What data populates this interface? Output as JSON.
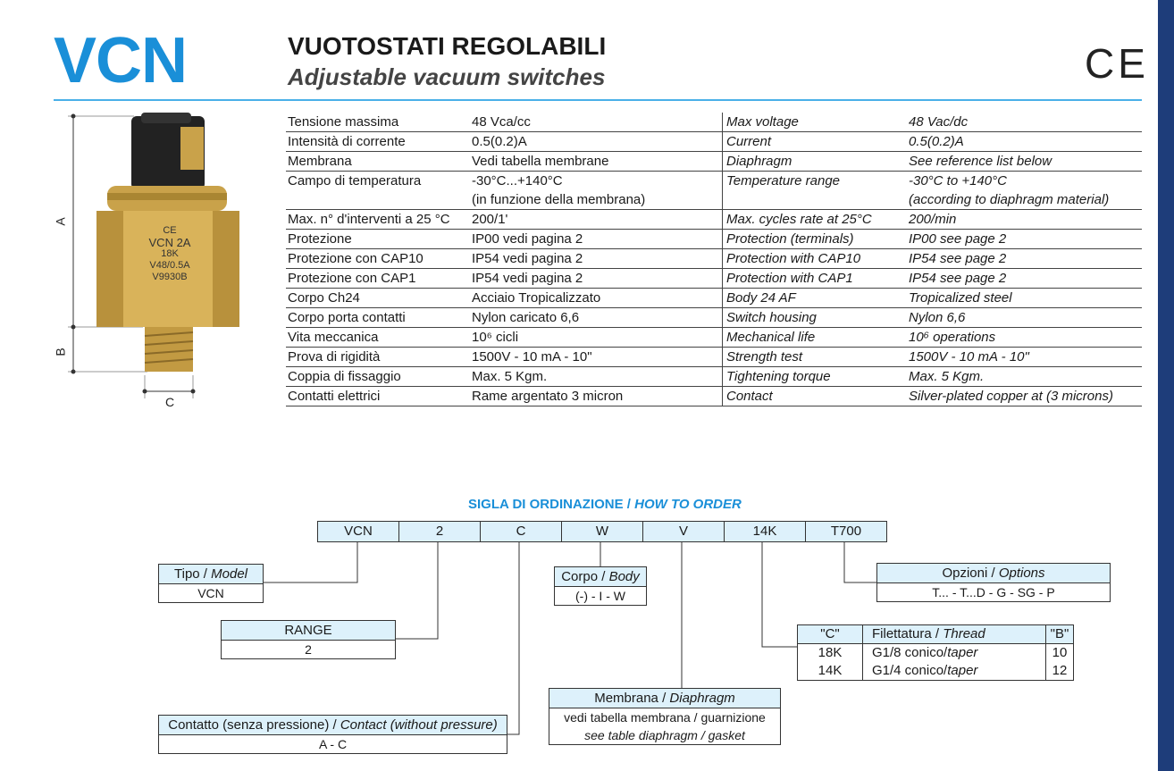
{
  "header": {
    "brand": "VCN",
    "title_it": "VUOTOSTATI REGOLABILI",
    "title_en": "Adjustable vacuum switches",
    "mark": "CE"
  },
  "product": {
    "marking_lines": [
      "CE",
      "VCN 2A",
      "18K",
      "V48/0.5A",
      "V9930B"
    ],
    "dimensions": [
      "A",
      "B",
      "C"
    ]
  },
  "specs": [
    {
      "it_label": "Tensione massima",
      "it_value": "48 Vca/cc",
      "en_label": "Max voltage",
      "en_value": "48 Vac/dc"
    },
    {
      "it_label": "Intensità di corrente",
      "it_value": "0.5(0.2)A",
      "en_label": "Current",
      "en_value": "0.5(0.2)A"
    },
    {
      "it_label": "Membrana",
      "it_value": "Vedi tabella membrane",
      "en_label": "Diaphragm",
      "en_value": "See reference list below"
    },
    {
      "it_label": "Campo di temperatura",
      "it_value": "-30°C...+140°C",
      "it_value2": "(in funzione della membrana)",
      "en_label": "Temperature range",
      "en_value": "-30°C to +140°C",
      "en_value2": "(according to diaphragm material)"
    },
    {
      "it_label": "Max. n° d'interventi a 25 °C",
      "it_value": "200/1'",
      "en_label": "Max. cycles rate at 25°C",
      "en_value": "200/min"
    },
    {
      "it_label": "Protezione",
      "it_value": "IP00 vedi pagina 2",
      "en_label": "Protection (terminals)",
      "en_value": "IP00 see page 2"
    },
    {
      "it_label": "Protezione con CAP10",
      "it_value": "IP54 vedi pagina 2",
      "en_label": "Protection with CAP10",
      "en_value": "IP54 see page 2"
    },
    {
      "it_label": "Protezione con CAP1",
      "it_value": "IP54 vedi pagina 2",
      "en_label": "Protection with CAP1",
      "en_value": "IP54 see page 2"
    },
    {
      "it_label": "Corpo Ch24",
      "it_value": "Acciaio Tropicalizzato",
      "en_label": "Body 24 AF",
      "en_value": "Tropicalized steel"
    },
    {
      "it_label": "Corpo porta contatti",
      "it_value": "Nylon caricato 6,6",
      "en_label": "Switch housing",
      "en_value": "Nylon 6,6"
    },
    {
      "it_label": "Vita meccanica",
      "it_value": "10⁶ cicli",
      "en_label": "Mechanical life",
      "en_value": "10⁶ operations"
    },
    {
      "it_label": "Prova di rigidità",
      "it_value": "1500V - 10 mA - 10\"",
      "en_label": "Strength test",
      "en_value": "1500V - 10 mA - 10\""
    },
    {
      "it_label": "Coppia di fissaggio",
      "it_value": "Max. 5 Kgm.",
      "en_label": "Tightening torque",
      "en_value": "Max. 5 Kgm."
    },
    {
      "it_label": "Contatti elettrici",
      "it_value": "Rame argentato 3 micron",
      "en_label": "Contact",
      "en_value": "Silver-plated copper at (3 microns)"
    }
  ],
  "order": {
    "title_it": "SIGLA DI ORDINAZIONE /",
    "title_en": "HOW TO ORDER",
    "code": [
      "VCN",
      "2",
      "C",
      "W",
      "V",
      "14K",
      "T700"
    ],
    "model": {
      "label_it": "Tipo /",
      "label_en": "Model",
      "value": "VCN"
    },
    "range": {
      "label": "RANGE",
      "value": "2"
    },
    "contact": {
      "label_it": "Contatto (senza pressione) /",
      "label_en": "Contact (without pressure)",
      "value": "A - C"
    },
    "body": {
      "label_it": "Corpo /",
      "label_en": "Body",
      "value": "(-) - I - W"
    },
    "diaphragm": {
      "label_it": "Membrana /",
      "label_en": "Diaphragm",
      "value_it": "vedi tabella membrana / guarnizione",
      "value_en": "see table diaphragm / gasket"
    },
    "options": {
      "label_it": "Opzioni /",
      "label_en": "Options",
      "value": "T... - T...D - G - SG - P"
    },
    "threads": {
      "headers": {
        "c": "\"C\"",
        "thread_it": "Filettatura /",
        "thread_en": "Thread",
        "b": "\"B\""
      },
      "rows": [
        {
          "c": "18K",
          "thread_it": "G1/8 conico/",
          "thread_en": "taper",
          "b": "10"
        },
        {
          "c": "14K",
          "thread_it": "G1/4 conico/",
          "thread_en": "taper",
          "b": "12"
        }
      ]
    }
  }
}
